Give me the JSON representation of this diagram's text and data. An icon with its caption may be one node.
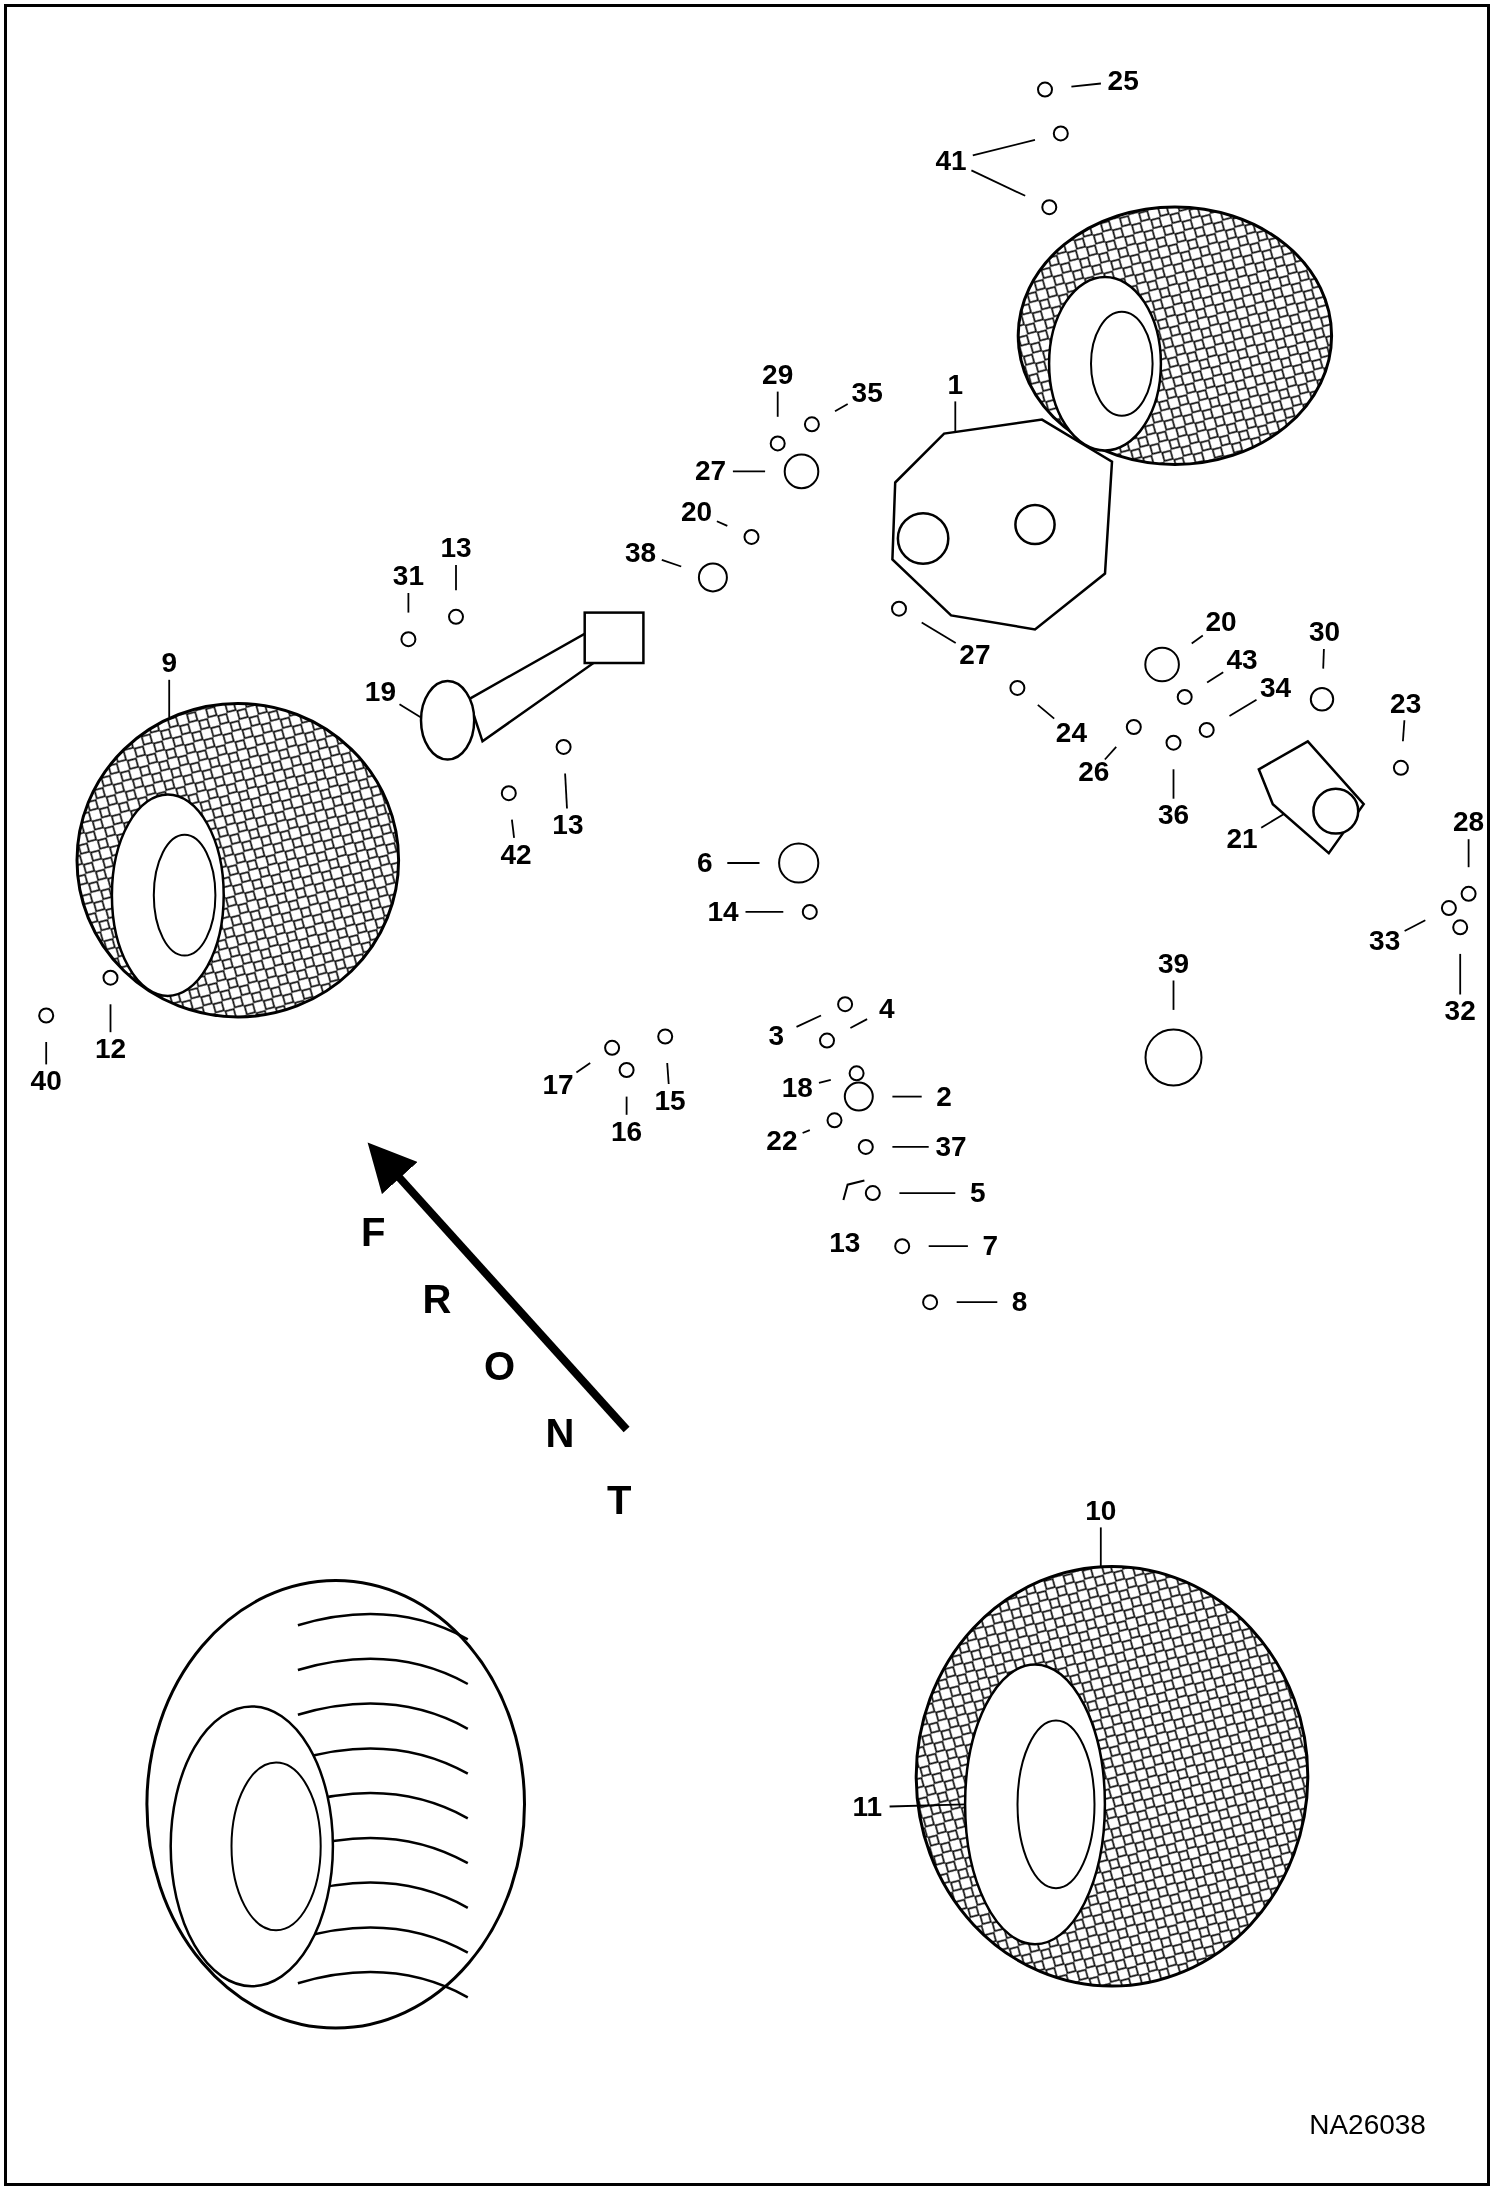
{
  "diagram": {
    "nodes": [
      {
        "text": [
          "25"
        ]
      },
      {
        "text": [
          "41"
        ]
      },
      {
        "text": [
          "29"
        ]
      },
      {
        "text": [
          "1"
        ]
      },
      {
        "text": [
          "35"
        ]
      },
      {
        "text": [
          "27"
        ]
      },
      {
        "text": [
          "20"
        ]
      },
      {
        "text": [
          "38"
        ]
      },
      {
        "text": [
          "13"
        ]
      },
      {
        "text": [
          "31"
        ]
      },
      {
        "text": [
          "20"
        ]
      },
      {
        "text": [
          "30"
        ]
      },
      {
        "text": [
          "27"
        ]
      },
      {
        "text": [
          "9"
        ]
      },
      {
        "text": [
          "43"
        ]
      },
      {
        "text": [
          "19"
        ]
      },
      {
        "text": [
          "34"
        ]
      },
      {
        "text": [
          "23"
        ]
      },
      {
        "text": [
          "24"
        ]
      },
      {
        "text": [
          "26"
        ]
      },
      {
        "text": [
          "36"
        ]
      },
      {
        "text": [
          "13"
        ]
      },
      {
        "text": [
          "21"
        ]
      },
      {
        "text": [
          "28"
        ]
      },
      {
        "text": [
          "42"
        ]
      },
      {
        "text": [
          "6"
        ]
      },
      {
        "text": [
          "14"
        ]
      },
      {
        "text": [
          "33"
        ]
      },
      {
        "text": [
          "39"
        ]
      },
      {
        "text": [
          "4"
        ]
      },
      {
        "text": [
          "32"
        ]
      },
      {
        "text": [
          "3"
        ]
      },
      {
        "text": [
          "12"
        ]
      },
      {
        "text": [
          "17"
        ]
      },
      {
        "text": [
          "18"
        ]
      },
      {
        "text": [
          "2"
        ]
      },
      {
        "text": [
          "15"
        ]
      },
      {
        "text": [
          "40"
        ]
      },
      {
        "text": [
          "16"
        ]
      },
      {
        "text": [
          "22"
        ]
      },
      {
        "text": [
          "37"
        ]
      },
      {
        "text": [
          "5"
        ]
      },
      {
        "text": [
          "7"
        ]
      },
      {
        "text": [
          "8"
        ]
      },
      {
        "text": [
          "10"
        ]
      },
      {
        "text": [
          "11"
        ]
      },
      {
        "text": [],
        "shape": "picture"
      },
      {
        "text": [],
        "shape": "picture"
      },
      {
        "text": [],
        "shape": "picture"
      },
      {
        "text": [],
        "shape": "picture"
      },
      {
        "text": [],
        "shape": "picture"
      },
      {
        "text": [],
        "shape": "picture"
      },
      {
        "text": [],
        "shape": "picture"
      }
    ],
    "edges": [
      {
        "from": 0,
        "to": null,
        "arrow": "none"
      },
      {
        "from": 1,
        "to": null,
        "arrow": "none"
      },
      {
        "from": 1,
        "to": null,
        "arrow": "none"
      },
      {
        "from": 2,
        "to": null,
        "arrow": "none"
      },
      {
        "from": 3,
        "to": 47,
        "arrow": "none"
      },
      {
        "from": 4,
        "to": null,
        "arrow": "none"
      },
      {
        "from": 5,
        "to": null,
        "arrow": "none"
      },
      {
        "from": 6,
        "to": null,
        "arrow": "none"
      },
      {
        "from": 7,
        "to": null,
        "arrow": "none"
      },
      {
        "from": 8,
        "to": null,
        "arrow": "none"
      },
      {
        "from": 9,
        "to": null,
        "arrow": "none"
      },
      {
        "from": 10,
        "to": null,
        "arrow": "none"
      },
      {
        "from": 11,
        "to": null,
        "arrow": "none"
      },
      {
        "from": 12,
        "to": null,
        "arrow": "none"
      },
      {
        "from": 13,
        "to": 48,
        "arrow": "none"
      },
      {
        "from": 14,
        "to": null,
        "arrow": "none"
      },
      {
        "from": 15,
        "to": 49,
        "arrow": "none"
      },
      {
        "from": 16,
        "to": null,
        "arrow": "none"
      },
      {
        "from": 17,
        "to": null,
        "arrow": "none"
      },
      {
        "from": 18,
        "to": null,
        "arrow": "none"
      },
      {
        "from": 19,
        "to": null,
        "arrow": "none"
      },
      {
        "from": 20,
        "to": null,
        "arrow": "none"
      },
      {
        "from": 21,
        "to": null,
        "arrow": "none"
      },
      {
        "from": 22,
        "to": 50,
        "arrow": "none"
      },
      {
        "from": 23,
        "to": null,
        "arrow": "none"
      },
      {
        "from": 24,
        "to": null,
        "arrow": "none"
      },
      {
        "from": 25,
        "to": null,
        "arrow": "none"
      },
      {
        "from": 26,
        "to": null,
        "arrow": "none"
      },
      {
        "from": 27,
        "to": null,
        "arrow": "none"
      },
      {
        "from": 28,
        "to": null,
        "arrow": "none"
      },
      {
        "from": 29,
        "to": null,
        "arrow": "none"
      },
      {
        "from": 30,
        "to": null,
        "arrow": "none"
      },
      {
        "from": 31,
        "to": null,
        "arrow": "none"
      },
      {
        "from": 32,
        "to": null,
        "arrow": "none"
      },
      {
        "from": 33,
        "to": null,
        "arrow": "none"
      },
      {
        "from": 34,
        "to": null,
        "arrow": "none"
      },
      {
        "from": 35,
        "to": null,
        "arrow": "none"
      },
      {
        "from": 36,
        "to": null,
        "arrow": "none"
      },
      {
        "from": 37,
        "to": null,
        "arrow": "none"
      },
      {
        "from": 38,
        "to": null,
        "arrow": "none"
      },
      {
        "from": 39,
        "to": null,
        "arrow": "none"
      },
      {
        "from": 40,
        "to": null,
        "arrow": "none"
      },
      {
        "from": 41,
        "to": null,
        "arrow": "none"
      },
      {
        "from": 42,
        "to": null,
        "arrow": "none"
      },
      {
        "from": 43,
        "to": null,
        "arrow": "none"
      },
      {
        "from": 44,
        "to": 51,
        "arrow": "none"
      },
      {
        "from": 45,
        "to": 51,
        "arrow": "none"
      }
    ],
    "labels": [
      "13",
      "FRONT",
      "NA26038"
    ]
  }
}
